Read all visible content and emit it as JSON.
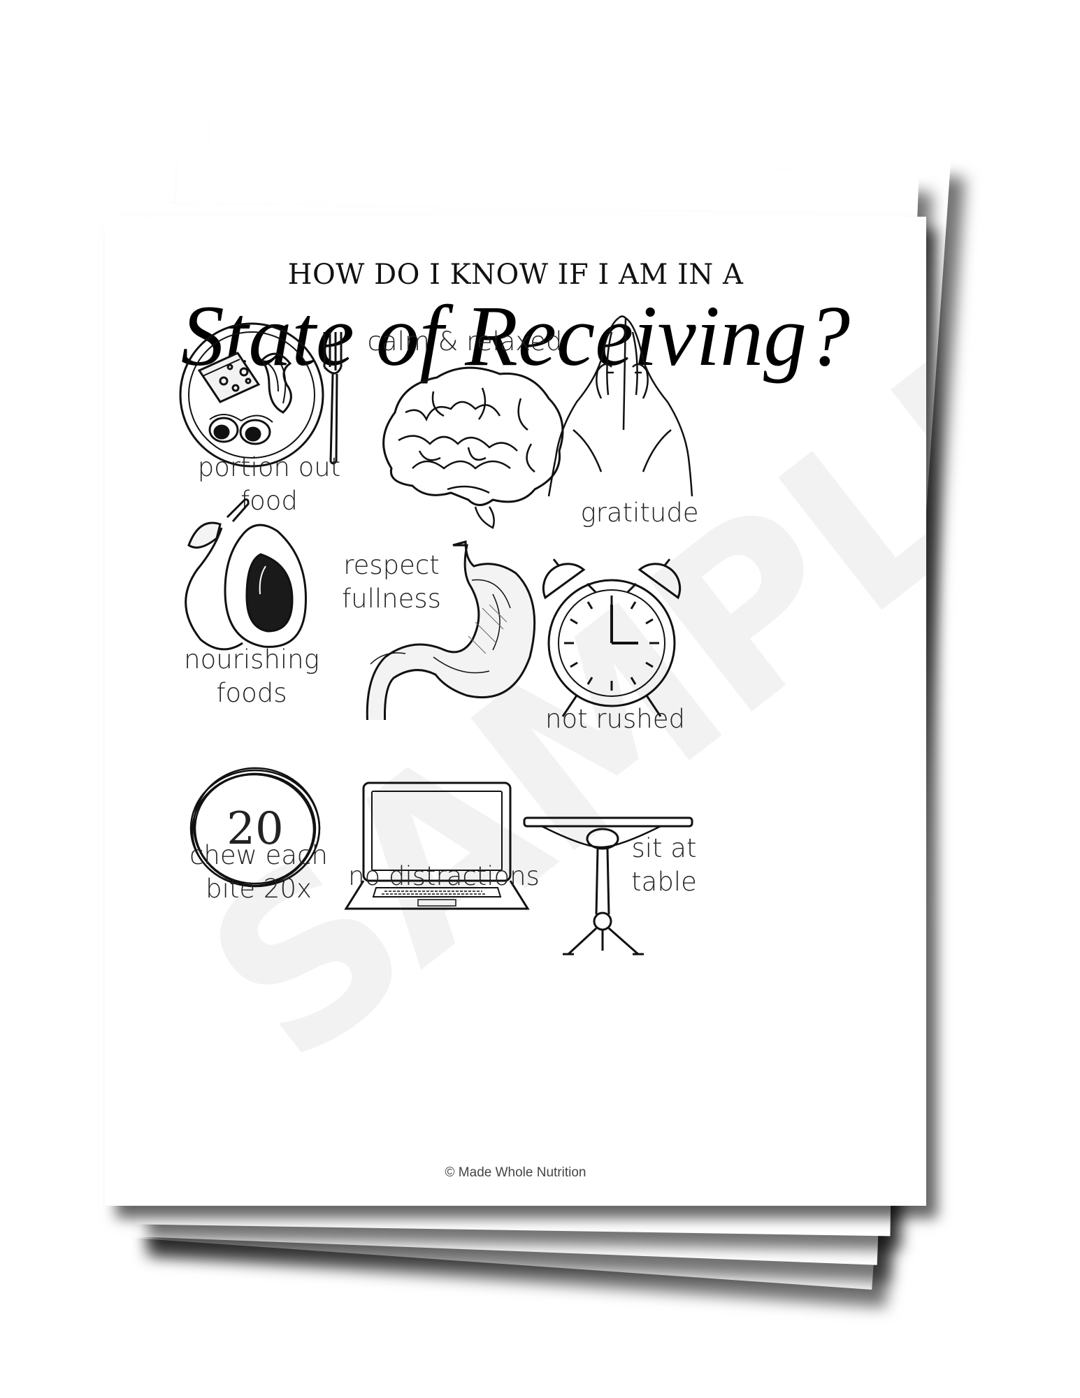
{
  "header": {
    "kicker": "HOW DO I KNOW IF I AM IN A",
    "title": "State of Receiving?"
  },
  "watermark": "SAMPLE",
  "items": [
    {
      "label": "portion out food",
      "icon": "plate-with-fork-icon"
    },
    {
      "label": "calm & relaxed",
      "icon": "brain-icon"
    },
    {
      "label": "gratitude",
      "icon": "praying-hands-icon"
    },
    {
      "label": "nourishing foods",
      "icon": "avocado-pear-icon"
    },
    {
      "label": "respect fullness",
      "icon": "stomach-icon"
    },
    {
      "label": "not rushed",
      "icon": "alarm-clock-icon"
    },
    {
      "label": "chew each bite 20x",
      "icon": "circle-20-icon",
      "badge": "20"
    },
    {
      "label": "no distractions",
      "icon": "laptop-icon"
    },
    {
      "label": "sit at table",
      "icon": "table-icon"
    }
  ],
  "footer": {
    "credit": "© Made Whole Nutrition"
  }
}
